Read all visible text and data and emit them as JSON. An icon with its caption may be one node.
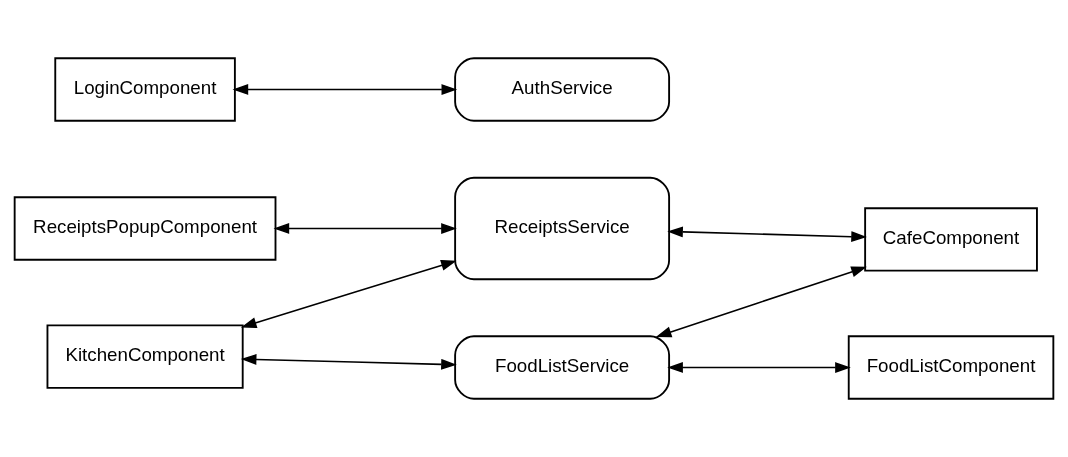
{
  "diagram": {
    "nodes": [
      {
        "text": [
          "ReceiptsPopupComponent"
        ]
      },
      {
        "text": [
          "FoodListService"
        ]
      },
      {
        "text": [
          "CafeComponent"
        ]
      },
      {
        "text": [
          "KitchenComponent"
        ]
      },
      {
        "text": [
          "ReceiptsService"
        ]
      },
      {
        "text": [
          "FoodListComponent"
        ]
      },
      {
        "text": [
          "LoginComponent"
        ]
      },
      {
        "text": [
          "AuthService"
        ]
      }
    ],
    "edges": [
      {
        "from": 0,
        "to": 4,
        "arrow": "both"
      },
      {
        "from": 3,
        "to": 1,
        "arrow": "both"
      },
      {
        "from": 3,
        "to": 4,
        "arrow": "both"
      },
      {
        "from": 1,
        "to": 2,
        "arrow": "both"
      },
      {
        "from": 1,
        "to": 5,
        "arrow": "both"
      },
      {
        "from": 4,
        "to": 2,
        "arrow": "both"
      },
      {
        "from": 6,
        "to": 7,
        "arrow": "both"
      }
    ]
  }
}
